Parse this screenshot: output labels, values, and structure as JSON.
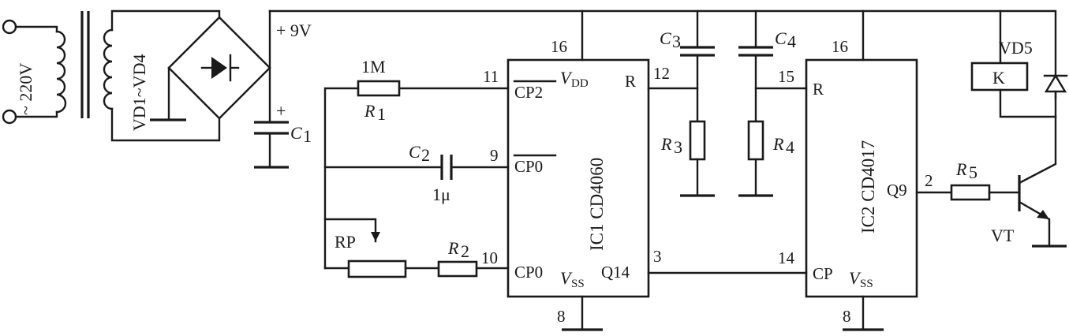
{
  "mains_label": "~ 220V",
  "rectifier_label": "VD1~VD4",
  "supply_label": "+ 9V",
  "c1": {
    "plus": "+",
    "letter": "C",
    "sub": "1"
  },
  "r1": {
    "value": "1M",
    "letter": "R",
    "sub": "1"
  },
  "c2": {
    "value": "1μ",
    "letter": "C",
    "sub": "2"
  },
  "c3": {
    "letter": "C",
    "sub": "3"
  },
  "c4": {
    "letter": "C",
    "sub": "4"
  },
  "r2": {
    "letter": "R",
    "sub": "2"
  },
  "r3": {
    "letter": "R",
    "sub": "3"
  },
  "r4": {
    "letter": "R",
    "sub": "4"
  },
  "r5": {
    "letter": "R",
    "sub": "5"
  },
  "rp_label": "RP",
  "ic1": {
    "name": "IC1  CD4060",
    "pin_vdd": "16",
    "pin_cp2": "11",
    "pin_cp0bar": "9",
    "pin_cp0": "10",
    "pin_r": "12",
    "pin_q14": "3",
    "pin_vss": "8",
    "lbl_cp2": "CP2",
    "lbl_cp0bar": "CP0",
    "lbl_cp0": "CP0",
    "lbl_vdd": "V",
    "lbl_vdd_sub": "DD",
    "lbl_vss": "V",
    "lbl_vss_sub": "SS",
    "lbl_r": "R",
    "lbl_q14": "Q14"
  },
  "ic2": {
    "name": "IC2  CD4017",
    "pin_vdd": "16",
    "pin_r": "15",
    "pin_cp": "14",
    "pin_q9": "2",
    "pin_vss": "8",
    "lbl_r": "R",
    "lbl_cp": "CP",
    "lbl_q9": "Q9",
    "lbl_vss": "V",
    "lbl_vss_sub": "SS"
  },
  "relay_label": "K",
  "vd5_label": "VD5",
  "vt_label": "VT"
}
